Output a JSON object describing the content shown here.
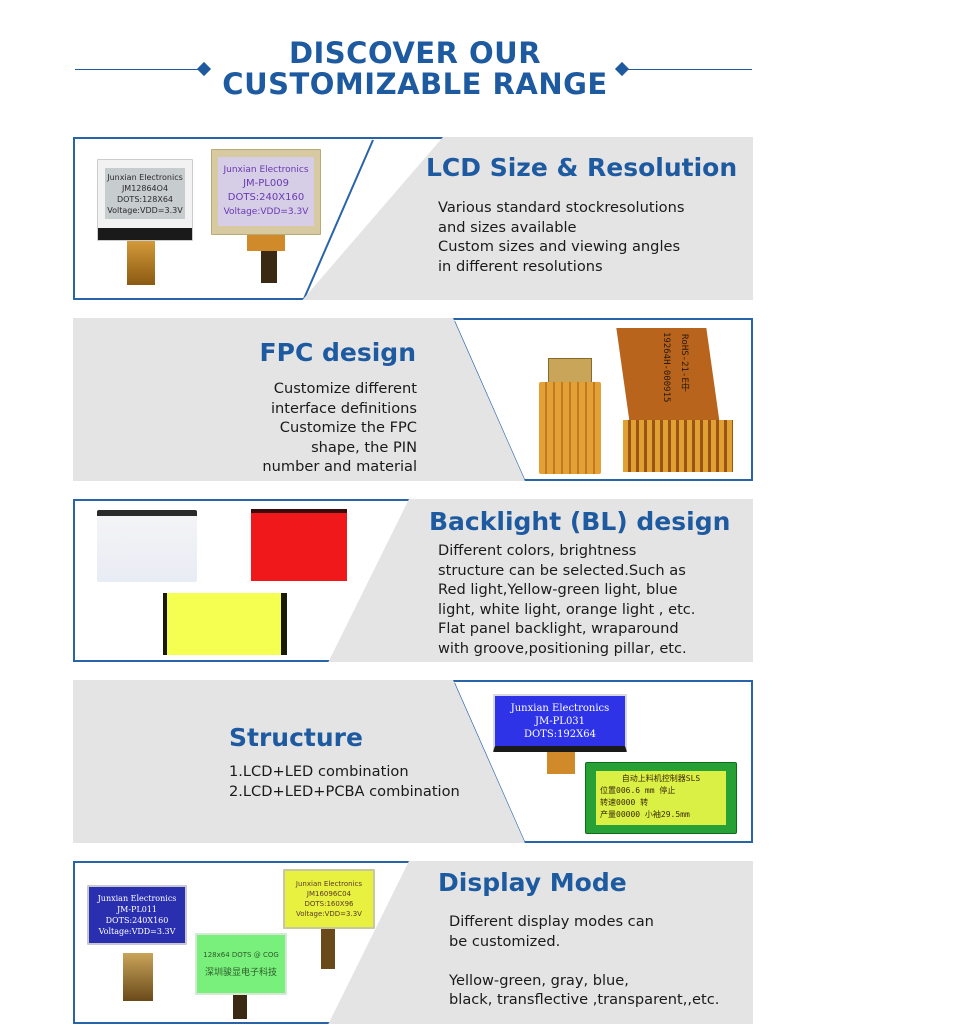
{
  "header": {
    "title_line1": "DISCOVER OUR",
    "title_line2": "CUSTOMIZABLE RANGE"
  },
  "colors": {
    "brand_blue": "#1e5aa0",
    "panel_bg": "#e4e4e4",
    "text": "#1a1a1a"
  },
  "sections": [
    {
      "title": "LCD Size & Resolution",
      "lines": [
        "Various standard stockresolutions",
        "and sizes available",
        "Custom sizes and viewing angles",
        "in different resolutions"
      ],
      "modules": [
        {
          "l1": "Junxian Electronics",
          "l2": "JM12864O4",
          "l3": "DOTS:128X64",
          "l4": "Voltage:VDD=3.3V"
        },
        {
          "l1": "Junxian Electronics",
          "l2": "JM-PL009",
          "l3": "DOTS:240X160",
          "l4": "Voltage:VDD=3.3V"
        }
      ]
    },
    {
      "title": "FPC design",
      "lines": [
        "Customize different",
        "interface definitions",
        "Customize the FPC",
        "shape, the PIN",
        "number and material"
      ],
      "fpc_label1": "19264H-000915",
      "fpc_label2": "RoHS-21-E中"
    },
    {
      "title": "Backlight (BL) design",
      "lines": [
        "Different colors, brightness",
        "structure can be selected.Such as",
        "Red light,Yellow-green light, blue",
        "light, white light, orange light , etc.",
        "Flat panel backlight, wraparound",
        "with groove,positioning pillar, etc."
      ]
    },
    {
      "title": "Structure",
      "lines": [
        "1.LCD+LED combination",
        "2.LCD+LED+PCBA combination"
      ],
      "module_a": {
        "l1": "Junxian Electronics",
        "l2": "JM-PL031",
        "l3": "DOTS:192X64"
      },
      "module_b": {
        "l1": "自动上料机控制器SLS",
        "l2": "位置006.6 mm    停止",
        "l3": "转速0000    转",
        "l4": "产量00000      小袖29.5mm"
      }
    },
    {
      "title": "Display Mode",
      "lines": [
        "Different display modes can",
        "be customized.",
        "",
        "Yellow-green, gray, blue,",
        "black, transflective ,transparent,,etc."
      ],
      "module_a": {
        "l1": "Junxian Electronics",
        "l2": "JM-PL011",
        "l3": "DOTS:240X160",
        "l4": "Voltage:VDD=3.3V"
      },
      "module_b": {
        "l1": "Junxian Electronics",
        "l2": "JM16096C04",
        "l3": "DOTS:160X96",
        "l4": "Voltage:VDD=3.3V"
      },
      "module_c": {
        "l1": "128x64 DOTS @ COG",
        "l2": "深圳骏显电子科技"
      }
    }
  ]
}
